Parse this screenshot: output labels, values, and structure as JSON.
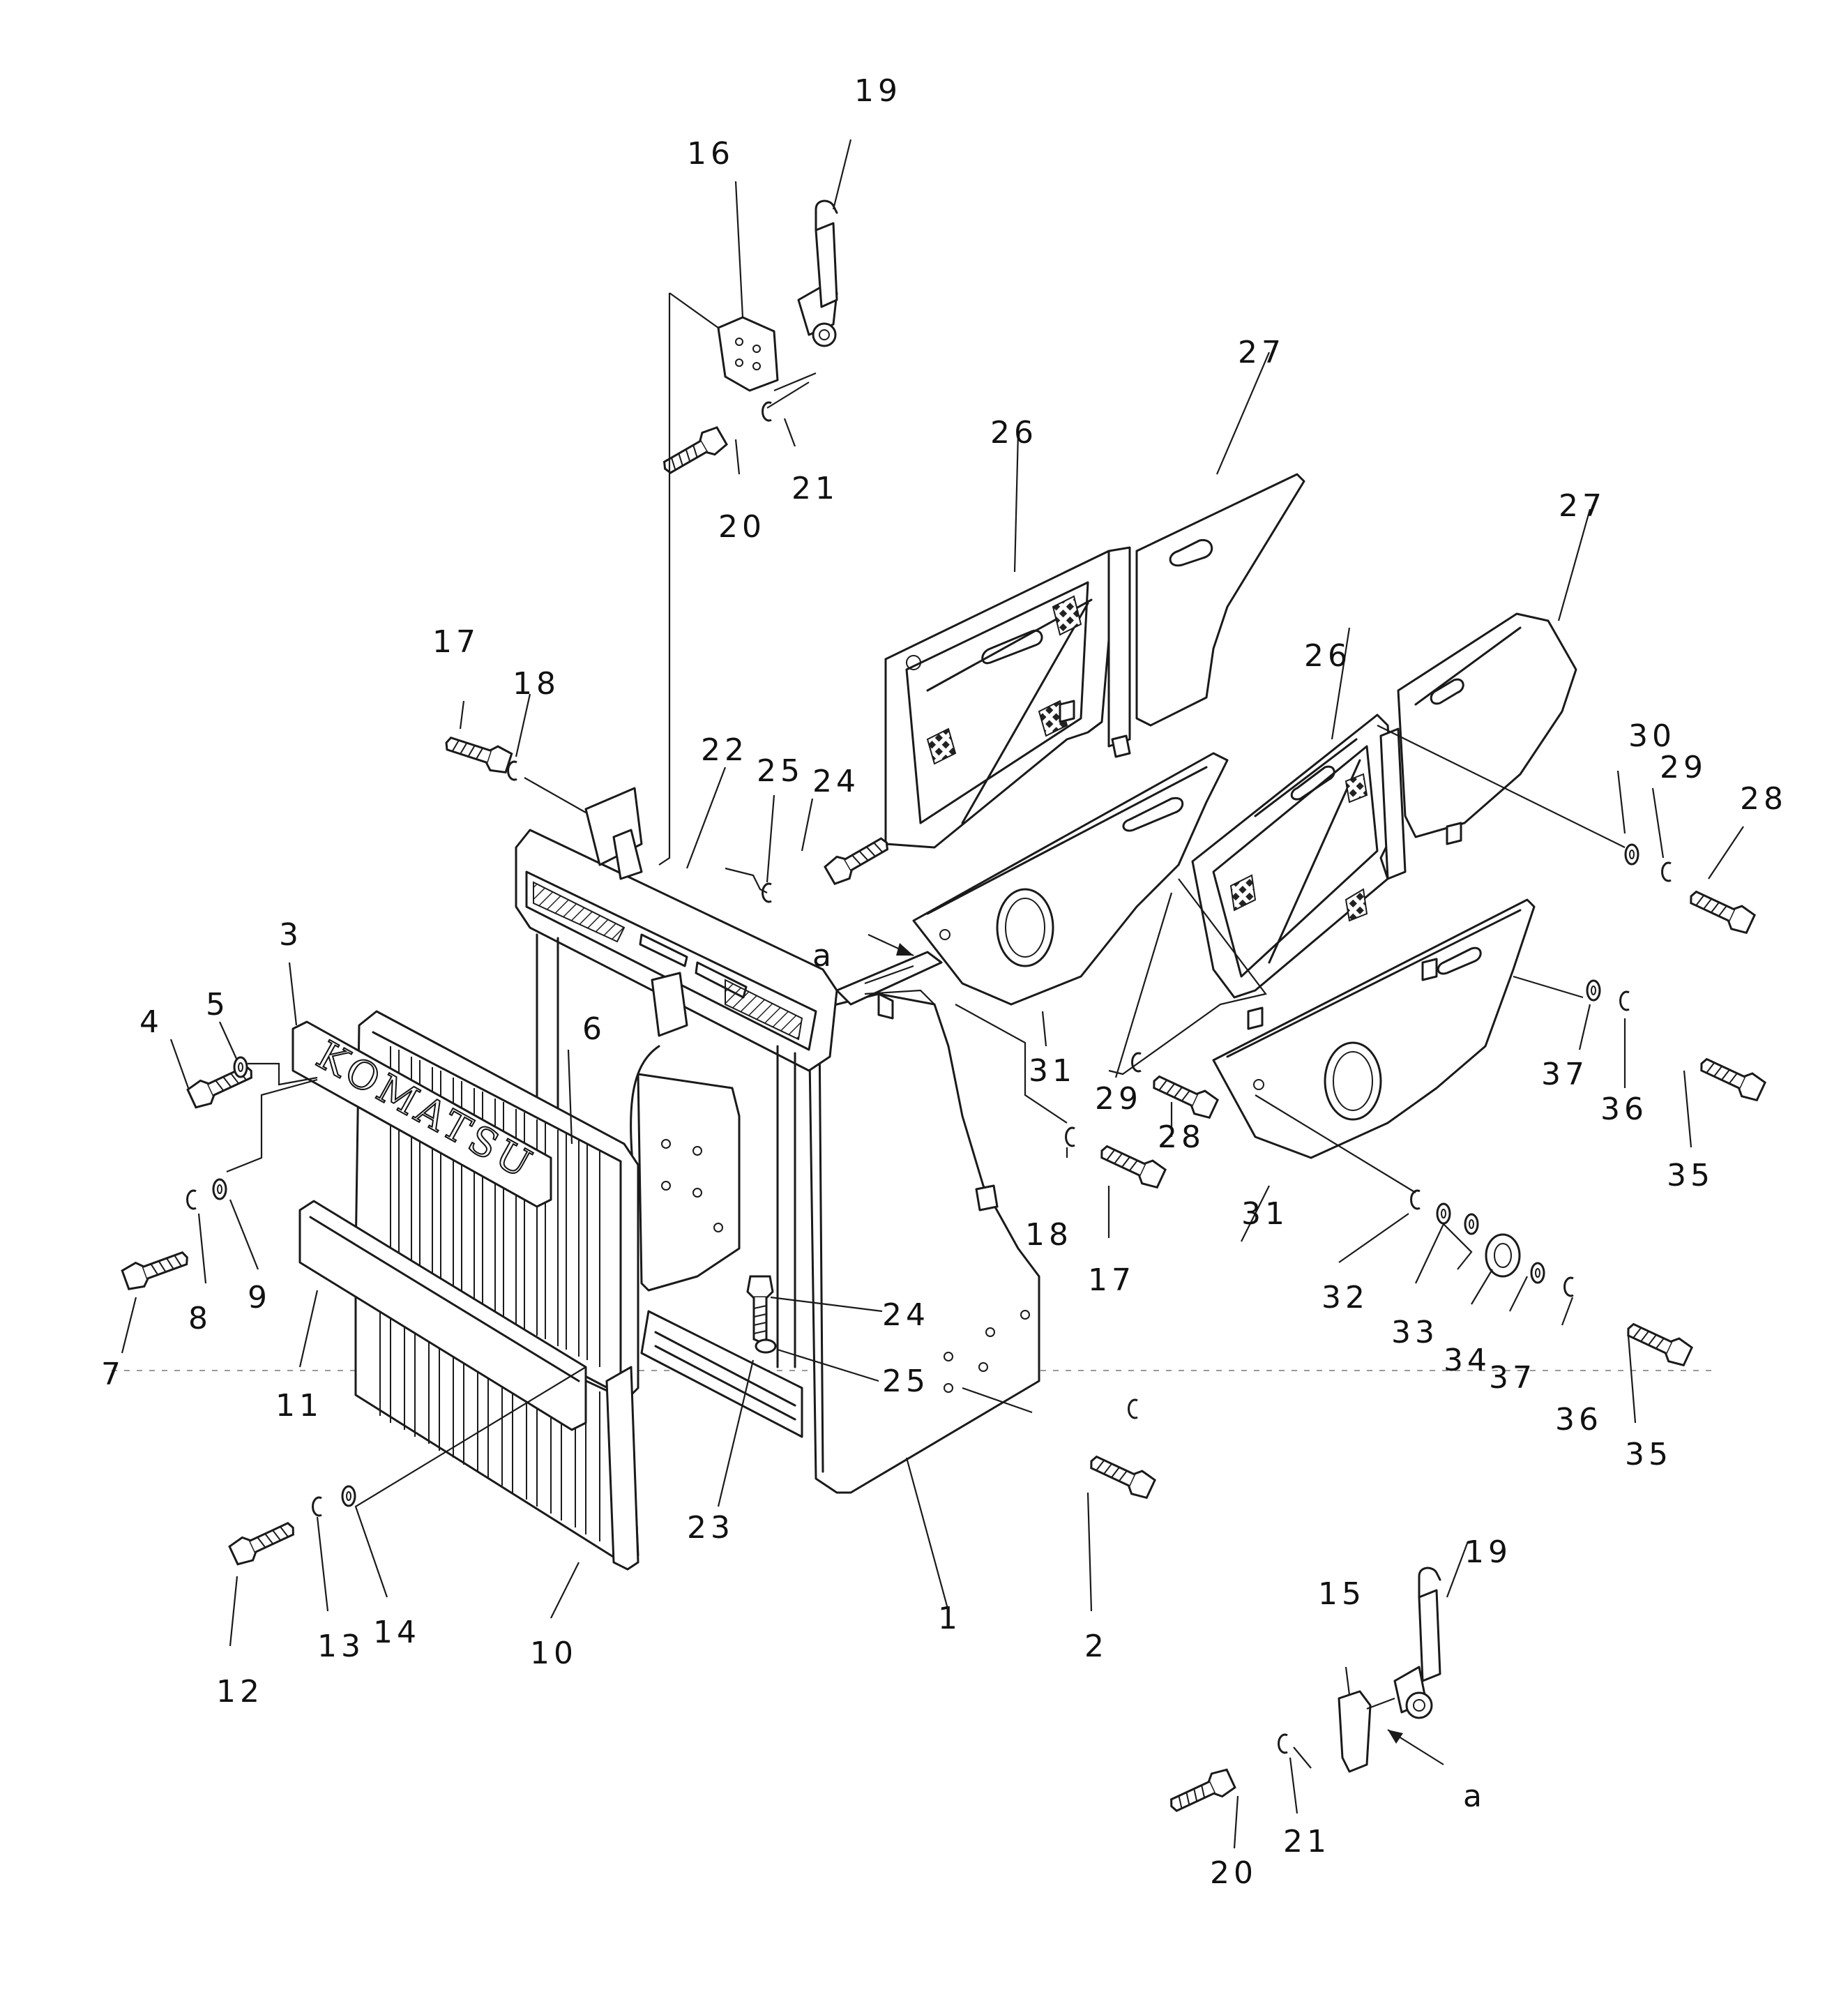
{
  "diagram": {
    "brand_text": "KOMATSU",
    "view_marker": "a",
    "callouts": [
      {
        "id": "c1",
        "label": "1"
      },
      {
        "id": "c2",
        "label": "2"
      },
      {
        "id": "c3",
        "label": "3"
      },
      {
        "id": "c4",
        "label": "4"
      },
      {
        "id": "c5",
        "label": "5"
      },
      {
        "id": "c6",
        "label": "6"
      },
      {
        "id": "c7",
        "label": "7"
      },
      {
        "id": "c8",
        "label": "8"
      },
      {
        "id": "c9",
        "label": "9"
      },
      {
        "id": "c10",
        "label": "10"
      },
      {
        "id": "c11",
        "label": "11"
      },
      {
        "id": "c12",
        "label": "12"
      },
      {
        "id": "c13",
        "label": "13"
      },
      {
        "id": "c14",
        "label": "14"
      },
      {
        "id": "c15",
        "label": "15"
      },
      {
        "id": "c16",
        "label": "16"
      },
      {
        "id": "c17a",
        "label": "17"
      },
      {
        "id": "c17b",
        "label": "17"
      },
      {
        "id": "c18a",
        "label": "18"
      },
      {
        "id": "c18b",
        "label": "18"
      },
      {
        "id": "c19a",
        "label": "19"
      },
      {
        "id": "c19b",
        "label": "19"
      },
      {
        "id": "c20a",
        "label": "20"
      },
      {
        "id": "c20b",
        "label": "20"
      },
      {
        "id": "c21a",
        "label": "21"
      },
      {
        "id": "c21b",
        "label": "21"
      },
      {
        "id": "c22",
        "label": "22"
      },
      {
        "id": "c23",
        "label": "23"
      },
      {
        "id": "c24a",
        "label": "24"
      },
      {
        "id": "c24b",
        "label": "24"
      },
      {
        "id": "c25a",
        "label": "25"
      },
      {
        "id": "c25b",
        "label": "25"
      },
      {
        "id": "c26a",
        "label": "26"
      },
      {
        "id": "c26b",
        "label": "26"
      },
      {
        "id": "c27a",
        "label": "27"
      },
      {
        "id": "c27b",
        "label": "27"
      },
      {
        "id": "c28a",
        "label": "28"
      },
      {
        "id": "c28b",
        "label": "28"
      },
      {
        "id": "c29a",
        "label": "29"
      },
      {
        "id": "c29b",
        "label": "29"
      },
      {
        "id": "c30",
        "label": "30"
      },
      {
        "id": "c31a",
        "label": "31"
      },
      {
        "id": "c31b",
        "label": "31"
      },
      {
        "id": "c32",
        "label": "32"
      },
      {
        "id": "c33",
        "label": "33"
      },
      {
        "id": "c34",
        "label": "34"
      },
      {
        "id": "c35a",
        "label": "35"
      },
      {
        "id": "c35b",
        "label": "35"
      },
      {
        "id": "c36a",
        "label": "36"
      },
      {
        "id": "c36b",
        "label": "36"
      },
      {
        "id": "c37a",
        "label": "37"
      },
      {
        "id": "c37b",
        "label": "37"
      }
    ]
  }
}
